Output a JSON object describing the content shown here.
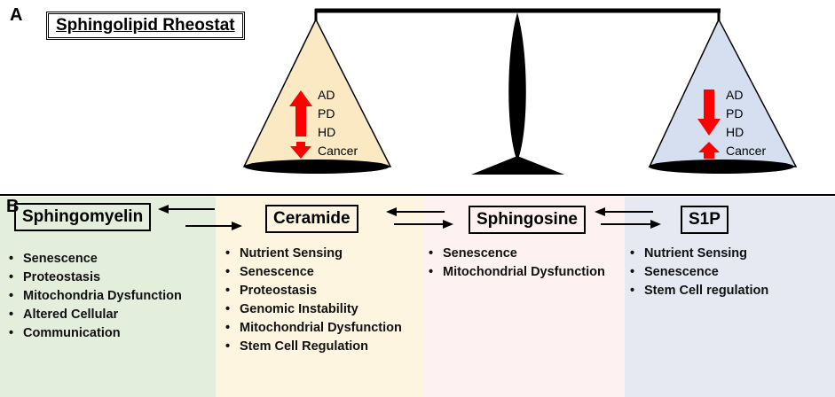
{
  "panel_a": {
    "letter": "A",
    "title": "Sphingolipid Rheostat",
    "left_cone": {
      "items": [
        "AD",
        "PD",
        "HD",
        "Cancer"
      ]
    },
    "right_cone": {
      "items": [
        "AD",
        "PD",
        "HD",
        "Cancer"
      ]
    },
    "colors": {
      "left_cone": "#fbe9c4",
      "right_cone": "#d5dff0",
      "arrow": "#ff0000"
    }
  },
  "panel_b": {
    "letter": "B",
    "columns": [
      {
        "name": "Sphingomyelin",
        "bg": "#e4eedd",
        "items": [
          "Senescence",
          "Proteostasis",
          "Mitochondria Dysfunction",
          "Altered Cellular",
          "Communication"
        ]
      },
      {
        "name": "Ceramide",
        "bg": "#fdf5e0",
        "items": [
          "Nutrient Sensing",
          "Senescence",
          "Proteostasis",
          "Genomic Instability",
          "Mitochondrial Dysfunction",
          "Stem Cell Regulation"
        ]
      },
      {
        "name": "Sphingosine",
        "bg": "#fdf1f1",
        "items": [
          "Senescence",
          "Mitochondrial Dysfunction"
        ]
      },
      {
        "name": "S1P",
        "bg": "#e6e9f2",
        "items": [
          "Nutrient Sensing",
          "Senescence",
          "Stem Cell regulation"
        ]
      }
    ]
  }
}
